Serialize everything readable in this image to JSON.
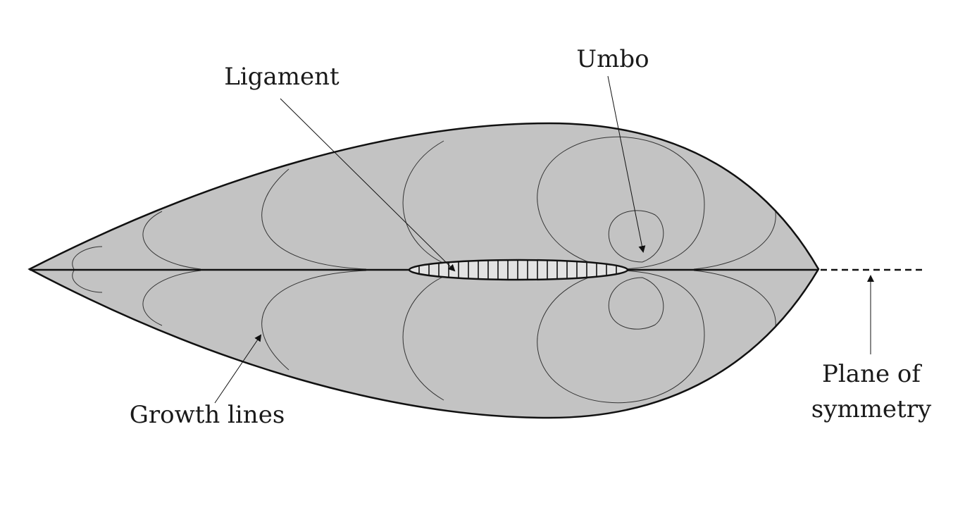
{
  "labels": {
    "ligament": "Ligament",
    "umbo": "Umbo",
    "growth_lines": "Growth lines",
    "plane_line1": "Plane of",
    "plane_line2": "symmetry"
  },
  "colors": {
    "shell_fill": "#c3c3c3",
    "ligament_fill": "#e3e3e3",
    "outline": "#111111",
    "growth_line": "#333333",
    "background": "#ffffff"
  }
}
